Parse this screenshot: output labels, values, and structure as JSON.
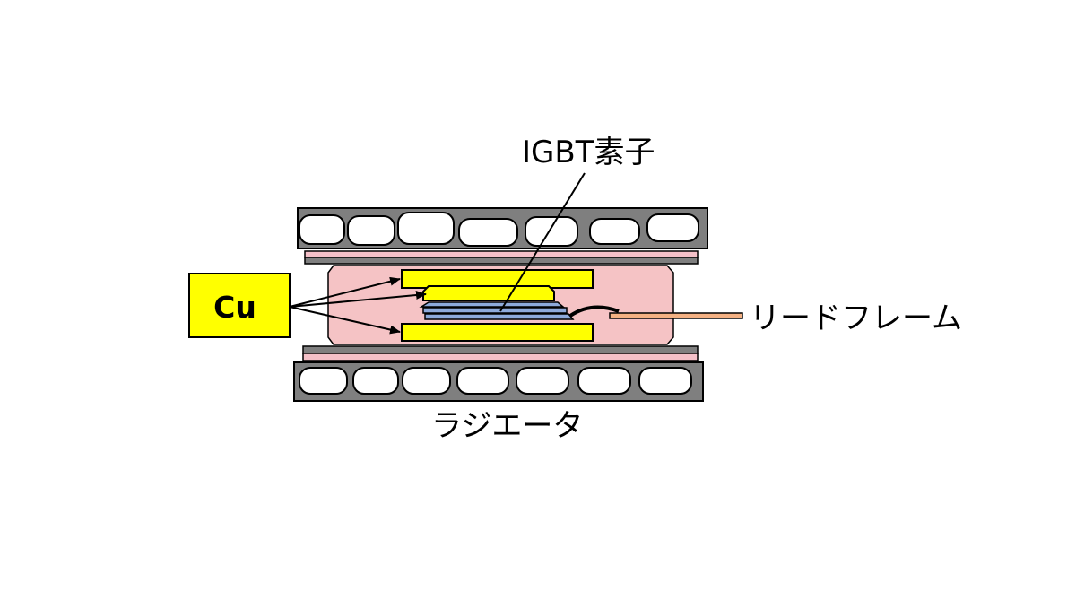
{
  "labels": {
    "igbt": "IGBT素子",
    "cu": "Cu",
    "lead_frame": "リードフレーム",
    "radiator": "ラジエータ"
  },
  "colors": {
    "radiator_fill": "#7f7f7f",
    "channel_fill": "#ffffff",
    "insulator_fill": "#f4c0c8",
    "mold_fill": "#f5c3c5",
    "copper_fill": "#ffff00",
    "chip_fill": "#8eaadb",
    "lead_frame_fill": "#f4b183",
    "cu_box_fill": "#ffff00"
  }
}
